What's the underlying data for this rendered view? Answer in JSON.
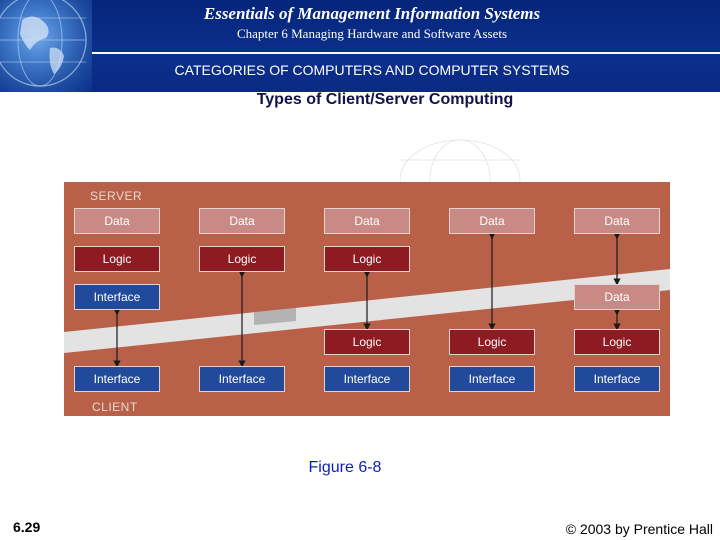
{
  "header": {
    "title": "Essentials of Management Information Systems",
    "subtitle": "Chapter 6 Managing Hardware and Software Assets",
    "section": "CATEGORIES OF COMPUTERS AND COMPUTER SYSTEMS",
    "bar_color": "#0b2f8c"
  },
  "diagram": {
    "title": "Types of Client/Server Computing",
    "server_label": "SERVER",
    "client_label": "CLIENT",
    "colors": {
      "background": "#b86148",
      "band": "#e3e3e3",
      "data": "#c98a86",
      "logic": "#8e1a22",
      "interface": "#214a9b"
    },
    "columns": [
      {
        "boxes": [
          {
            "kind": "data",
            "label": "Data"
          },
          {
            "kind": "logic",
            "label": "Logic"
          },
          {
            "kind": "interface",
            "label": "Interface"
          },
          {
            "kind": "interface",
            "label": "Interface"
          }
        ]
      },
      {
        "boxes": [
          {
            "kind": "data",
            "label": "Data"
          },
          {
            "kind": "logic",
            "label": "Logic"
          },
          {
            "kind": "interface",
            "label": "Interface"
          }
        ]
      },
      {
        "boxes": [
          {
            "kind": "data",
            "label": "Data"
          },
          {
            "kind": "logic",
            "label": "Logic"
          },
          {
            "kind": "logic",
            "label": "Logic"
          },
          {
            "kind": "interface",
            "label": "Interface"
          }
        ]
      },
      {
        "boxes": [
          {
            "kind": "data",
            "label": "Data"
          },
          {
            "kind": "logic",
            "label": "Logic"
          },
          {
            "kind": "interface",
            "label": "Interface"
          }
        ]
      },
      {
        "boxes": [
          {
            "kind": "data",
            "label": "Data"
          },
          {
            "kind": "data",
            "label": "Data"
          },
          {
            "kind": "logic",
            "label": "Logic"
          },
          {
            "kind": "interface",
            "label": "Interface"
          }
        ]
      }
    ]
  },
  "footer": {
    "caption": "Figure 6-8",
    "slide_number": "6.29",
    "copyright": "© 2003 by Prentice Hall"
  }
}
